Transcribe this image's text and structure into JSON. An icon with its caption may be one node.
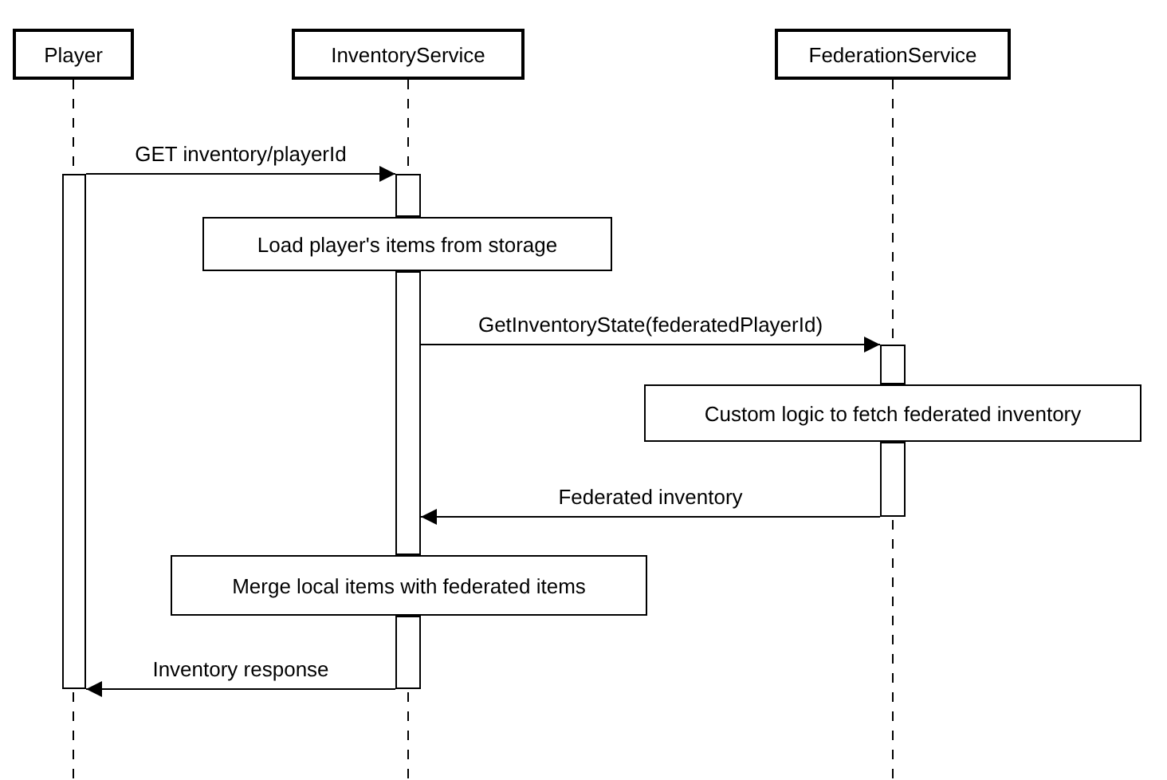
{
  "diagram": {
    "nodes": [
      {
        "text": [
          "Player"
        ]
      },
      {
        "text": [
          "InventoryService"
        ]
      },
      {
        "text": [
          "FederationService"
        ]
      },
      {
        "text": [
          "Load player's items from storage"
        ]
      },
      {
        "text": [
          "Custom logic to fetch federated inventory"
        ]
      },
      {
        "text": [
          "Merge local items with federated items"
        ]
      },
      {
        "text": [],
        "shape": "bar"
      },
      {
        "text": [],
        "shape": "bar"
      },
      {
        "text": [],
        "shape": "bar"
      },
      {
        "text": [],
        "shape": "bar"
      },
      {
        "text": [],
        "shape": "bar"
      },
      {
        "text": [],
        "shape": "bar"
      }
    ],
    "edges": [
      {
        "from": 6,
        "to": 7,
        "arrow": "to",
        "label": "GET inventory/playerId"
      },
      {
        "from": 8,
        "to": 10,
        "arrow": "to",
        "label": "GetInventoryState(federatedPlayerId)"
      },
      {
        "from": 11,
        "to": 8,
        "arrow": "to",
        "label": "Federated inventory"
      },
      {
        "from": 9,
        "to": 6,
        "arrow": "to",
        "label": "Inventory response"
      }
    ]
  }
}
